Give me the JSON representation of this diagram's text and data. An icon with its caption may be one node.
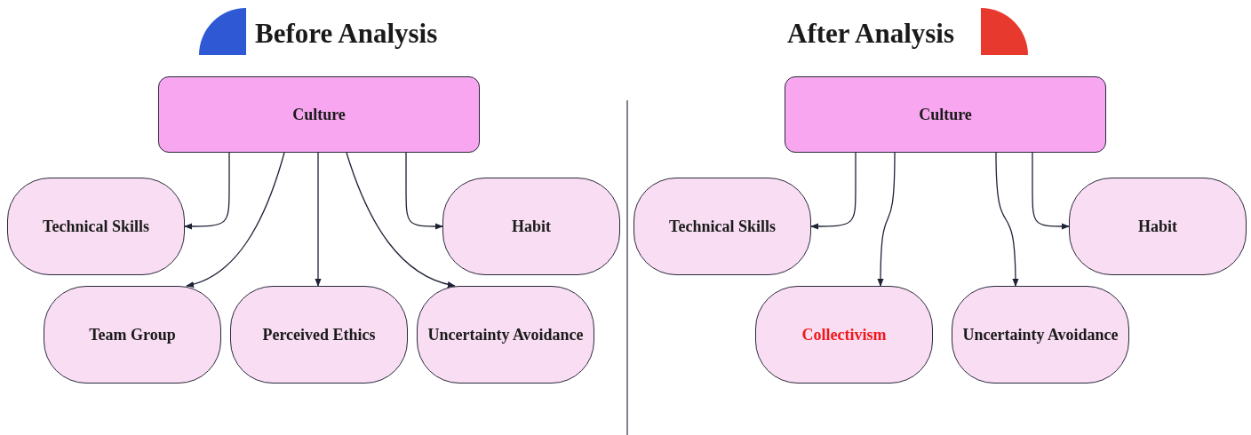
{
  "diagram": {
    "nodes": [
      {
        "text": [
          "Culture"
        ]
      },
      {
        "text": [
          "Technical Skills"
        ]
      },
      {
        "text": [
          "Habit"
        ]
      },
      {
        "text": [
          "Team Group"
        ]
      },
      {
        "text": [
          "Perceived Ethics"
        ]
      },
      {
        "text": [
          "Uncertainty Avoidance"
        ]
      },
      {
        "text": [
          "Culture"
        ]
      },
      {
        "text": [
          "Technical Skills"
        ]
      },
      {
        "text": [
          "Habit"
        ]
      },
      {
        "text": [
          "Collectivism"
        ]
      },
      {
        "text": [
          "Uncertainty Avoidance"
        ]
      }
    ],
    "edges": [
      {
        "from": 0,
        "to": 1,
        "arrow": "to"
      },
      {
        "from": 0,
        "to": 3,
        "arrow": "to"
      },
      {
        "from": 0,
        "to": 4,
        "arrow": "to"
      },
      {
        "from": 0,
        "to": 5,
        "arrow": "to"
      },
      {
        "from": 0,
        "to": 2,
        "arrow": "to"
      },
      {
        "from": 6,
        "to": 7,
        "arrow": "to"
      },
      {
        "from": 6,
        "to": 9,
        "arrow": "to"
      },
      {
        "from": 6,
        "to": 10,
        "arrow": "to"
      },
      {
        "from": 6,
        "to": 8,
        "arrow": "to"
      }
    ],
    "labels": [
      "Before Analysis",
      "After Analysis"
    ]
  }
}
